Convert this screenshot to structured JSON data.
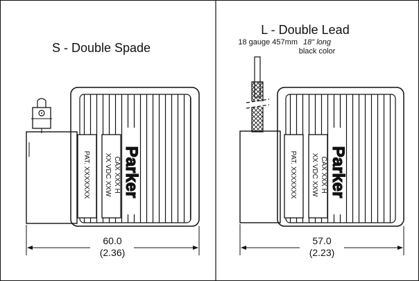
{
  "left_panel": {
    "title": "S - Double Spade",
    "patent_label": "PAT. XXXXXXX",
    "voltage_line": "XX VDC  XXW",
    "catalog_line": "CAX  XXX    H",
    "brand_logo": "Parker",
    "dim_mm": "60.0",
    "dim_in": "(2.36)"
  },
  "right_panel": {
    "title": "L - Double Lead",
    "spec_line1_a": "18 gauge 457mm",
    "spec_line1_b": "18\" long",
    "spec_line2": "black color",
    "patent_label": "PAT. XXXXXXX",
    "voltage_line": "XX VDC  XXW",
    "catalog_line": "CAX  XXX    H",
    "brand_logo": "Parker",
    "dim_mm": "57.0",
    "dim_in": "(2.23)"
  }
}
